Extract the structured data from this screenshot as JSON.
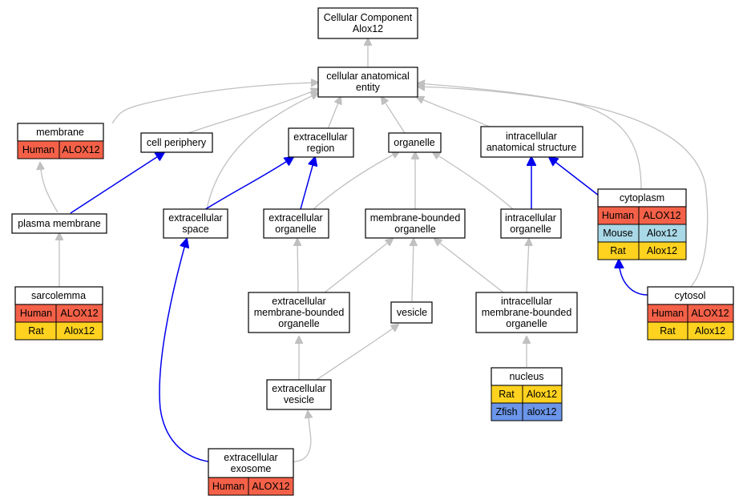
{
  "colors": {
    "human": "#f46148",
    "mouse": "#a9d8e6",
    "rat": "#ffd21f",
    "zfish": "#6b95e8",
    "edge_gray": "#c0c0c0",
    "edge_blue": "#0000ee"
  },
  "nodes": {
    "root": {
      "line1": "Cellular Component",
      "line2": "Alox12"
    },
    "cellular_anatomical_entity": {
      "line1": "cellular anatomical",
      "line2": "entity"
    },
    "membrane": {
      "label": "membrane",
      "rows": [
        {
          "species": "Human",
          "gene": "ALOX12"
        }
      ]
    },
    "cell_periphery": {
      "label": "cell periphery"
    },
    "extracellular_region": {
      "line1": "extracellular",
      "line2": "region"
    },
    "organelle": {
      "label": "organelle"
    },
    "intracellular_anatomical_structure": {
      "line1": "intracellular",
      "line2": "anatomical structure"
    },
    "plasma_membrane": {
      "label": "plasma membrane"
    },
    "extracellular_space": {
      "line1": "extracellular",
      "line2": "space"
    },
    "extracellular_organelle": {
      "line1": "extracellular",
      "line2": "organelle"
    },
    "membrane_bounded_organelle": {
      "line1": "membrane-bounded",
      "line2": "organelle"
    },
    "intracellular_organelle": {
      "line1": "intracellular",
      "line2": "organelle"
    },
    "cytoplasm": {
      "label": "cytoplasm",
      "rows": [
        {
          "species": "Human",
          "gene": "ALOX12"
        },
        {
          "species": "Mouse",
          "gene": "Alox12"
        },
        {
          "species": "Rat",
          "gene": "Alox12"
        }
      ]
    },
    "sarcolemma": {
      "label": "sarcolemma",
      "rows": [
        {
          "species": "Human",
          "gene": "ALOX12"
        },
        {
          "species": "Rat",
          "gene": "Alox12"
        }
      ]
    },
    "extracellular_mb_organelle": {
      "line1": "extracellular",
      "line2": "membrane-bounded",
      "line3": "organelle"
    },
    "vesicle": {
      "label": "vesicle"
    },
    "intracellular_mb_organelle": {
      "line1": "intracellular",
      "line2": "membrane-bounded",
      "line3": "organelle"
    },
    "cytosol": {
      "label": "cytosol",
      "rows": [
        {
          "species": "Human",
          "gene": "ALOX12"
        },
        {
          "species": "Rat",
          "gene": "Alox12"
        }
      ]
    },
    "extracellular_vesicle": {
      "line1": "extracellular",
      "line2": "vesicle"
    },
    "nucleus": {
      "label": "nucleus",
      "rows": [
        {
          "species": "Rat",
          "gene": "Alox12"
        },
        {
          "species": "Zfish",
          "gene": "alox12"
        }
      ]
    },
    "extracellular_exosome": {
      "line1": "extracellular",
      "line2": "exosome",
      "rows": [
        {
          "species": "Human",
          "gene": "ALOX12"
        }
      ]
    }
  }
}
